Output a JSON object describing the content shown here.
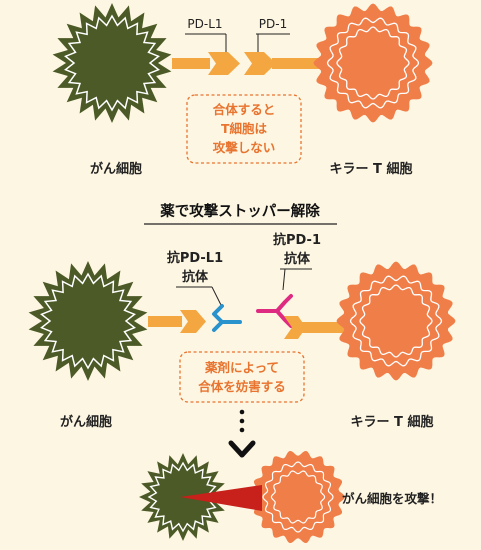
{
  "top": {
    "pdl1_label": "PD-L1",
    "pd1_label": "PD-1",
    "note_lines": [
      "合体すると",
      "T細胞は",
      "攻撃しない"
    ],
    "cancer_label": "がん細胞",
    "killer_label": "キラー T 細胞"
  },
  "section_title": "薬で攻撃ストッパー解除",
  "bottom": {
    "anti_pdl1_lines": [
      "抗PD-L1",
      "抗体"
    ],
    "anti_pd1_lines": [
      "抗PD-1",
      "抗体"
    ],
    "note_lines": [
      "薬剤によって",
      "合体を妨害する"
    ],
    "cancer_label": "がん細胞",
    "killer_label": "キラー T 細胞"
  },
  "result_label": "がん細胞を攻撃！",
  "colors": {
    "cancer_fill": "#4b5a26",
    "tcell_fill": "#f07e48",
    "receptor": "#f4a640",
    "anti_pdl1": "#2a92cc",
    "anti_pd1": "#df2a82",
    "note_text": "#e8742f",
    "attack_beam": "#c8201a"
  }
}
